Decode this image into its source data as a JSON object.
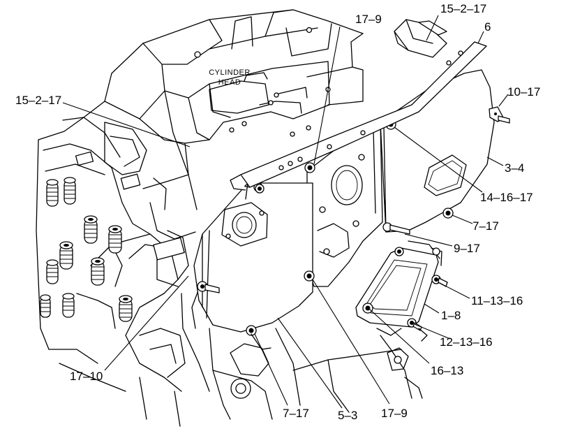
{
  "diagram": {
    "head_label_line1": "CYLINDER",
    "head_label_line2": "HEAD",
    "callouts": [
      {
        "id": "c1",
        "text": "15–2–17"
      },
      {
        "id": "c2",
        "text": "17–9"
      },
      {
        "id": "c3",
        "text": "15–2–17"
      },
      {
        "id": "c4",
        "text": "6"
      },
      {
        "id": "c5",
        "text": "10–17"
      },
      {
        "id": "c6",
        "text": "3–4"
      },
      {
        "id": "c7",
        "text": "14–16–17"
      },
      {
        "id": "c8",
        "text": "7–17"
      },
      {
        "id": "c9",
        "text": "9–17"
      },
      {
        "id": "c10",
        "text": "11–13–16"
      },
      {
        "id": "c11",
        "text": "1–8"
      },
      {
        "id": "c12",
        "text": "12–13–16"
      },
      {
        "id": "c13",
        "text": "16–13"
      },
      {
        "id": "c14",
        "text": "17–10"
      },
      {
        "id": "c15",
        "text": "7–17"
      },
      {
        "id": "c16",
        "text": "5–3"
      },
      {
        "id": "c17",
        "text": "17–9"
      }
    ]
  }
}
